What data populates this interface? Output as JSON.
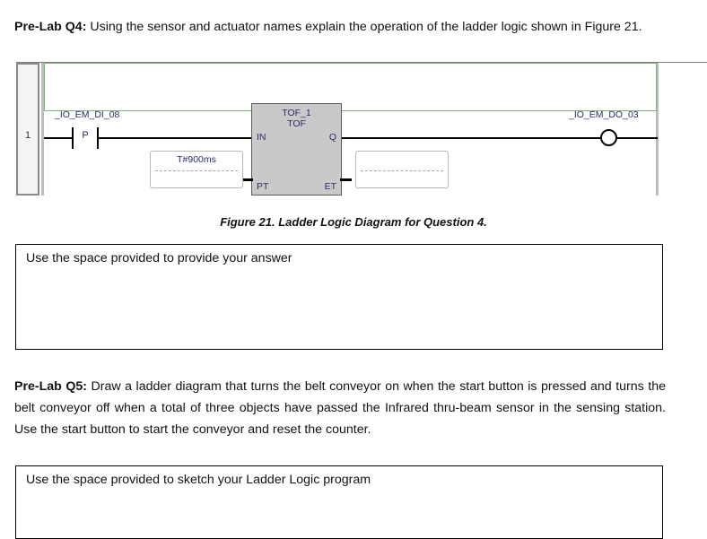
{
  "questions": [
    {
      "label": "Pre-Lab Q4:",
      "text": " Using the sensor and actuator names explain the operation of the ladder logic shown in Figure 21."
    },
    {
      "label": "Pre-Lab Q5:",
      "text": " Draw a ladder diagram that turns the belt conveyor on when the start button is pressed and turns the belt conveyor off when a total of three objects have passed the Infrared thru-beam sensor in the sensing station. Use the start button to start the conveyor and reset the counter."
    }
  ],
  "figure": {
    "caption": "Figure 21. Ladder Logic Diagram for Question 4.",
    "ladder": {
      "rung_number": "1",
      "input_contact": {
        "operand": "_IO_EM_DI_08",
        "type_glyph": "P"
      },
      "function_block": {
        "instance_name": "TOF_1",
        "type_name": "TOF",
        "input_pins": [
          "IN",
          "PT"
        ],
        "output_pins": [
          "Q",
          "ET"
        ]
      },
      "pt_value_box": {
        "value": "T#900ms"
      },
      "et_value_box": {
        "value": ""
      },
      "output_coil": {
        "operand": "_IO_EM_DO_03"
      },
      "colors": {
        "comment_border": "#79b779",
        "block_fill": "#c9c9c9",
        "block_border": "#5a5a5a",
        "rail": "#bdbdbd",
        "operand_text": "#2b2b6b",
        "wire": "#000000"
      }
    }
  },
  "answer_boxes": [
    {
      "placeholder": "Use the space provided to provide your answer"
    },
    {
      "placeholder": "Use the space provided to sketch your Ladder Logic program"
    }
  ]
}
